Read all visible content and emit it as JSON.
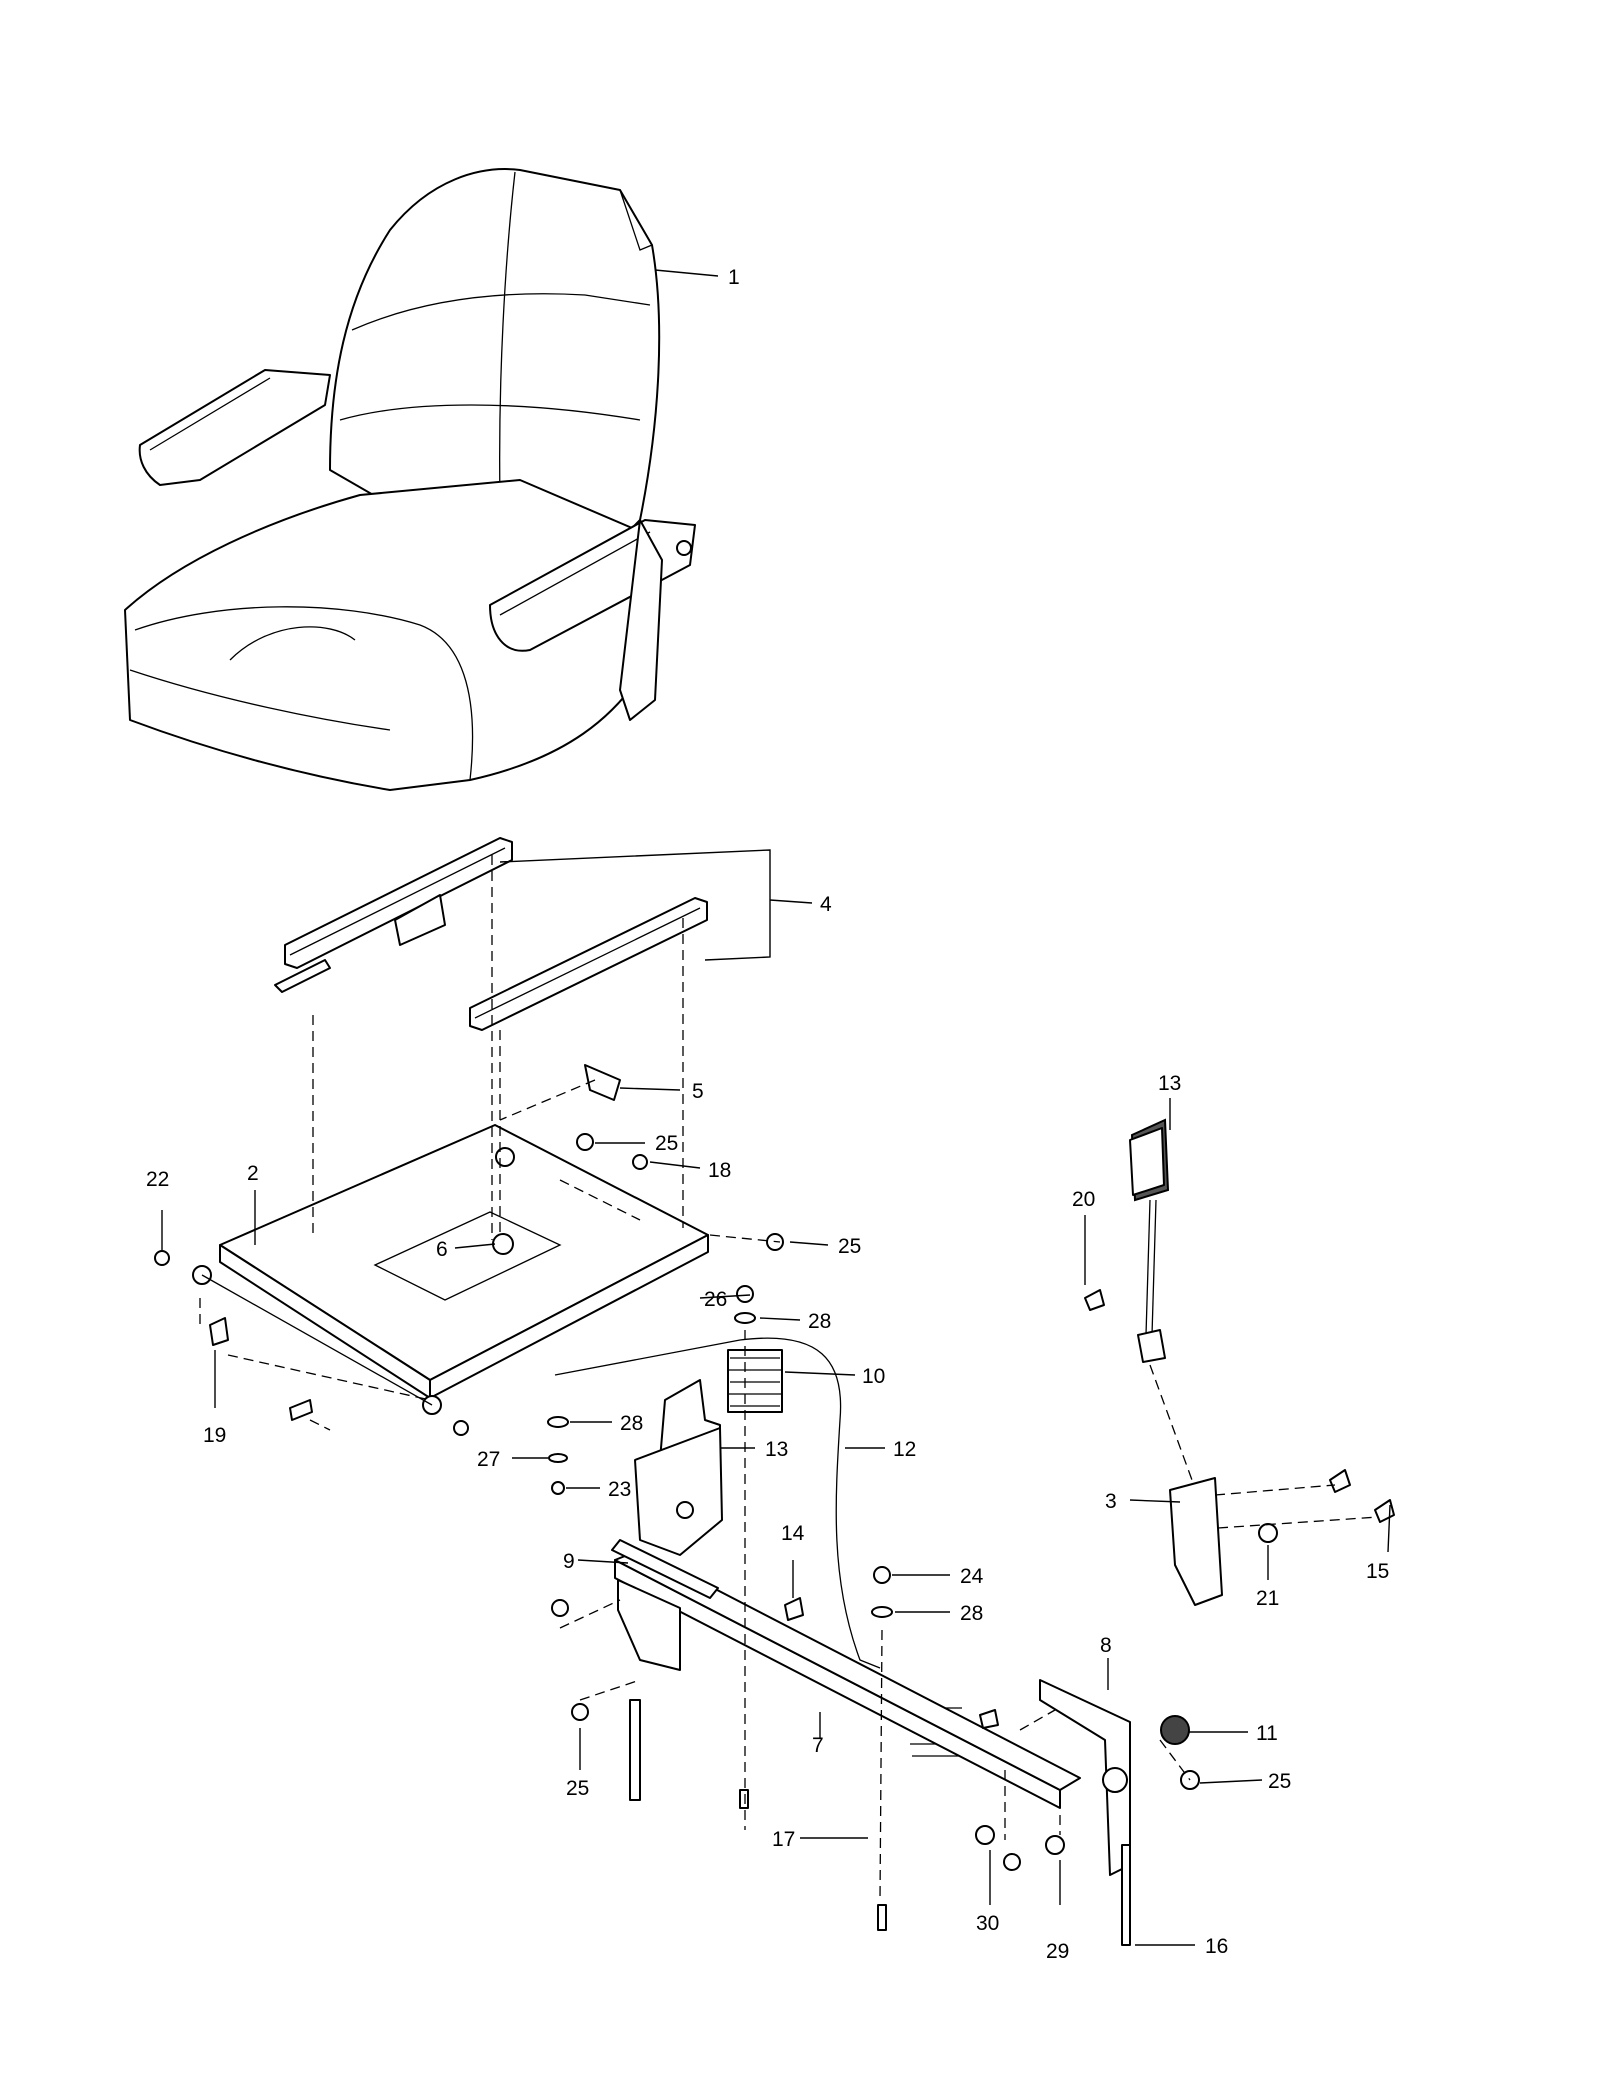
{
  "callouts": [
    {
      "id": "1",
      "text": "1"
    },
    {
      "id": "4",
      "text": "4"
    },
    {
      "id": "5",
      "text": "5"
    },
    {
      "id": "25a",
      "text": "25"
    },
    {
      "id": "18",
      "text": "18"
    },
    {
      "id": "22",
      "text": "22"
    },
    {
      "id": "2",
      "text": "2"
    },
    {
      "id": "6",
      "text": "6"
    },
    {
      "id": "25b",
      "text": "25"
    },
    {
      "id": "26",
      "text": "26"
    },
    {
      "id": "28a",
      "text": "28"
    },
    {
      "id": "10",
      "text": "10"
    },
    {
      "id": "19",
      "text": "19"
    },
    {
      "id": "28b",
      "text": "28"
    },
    {
      "id": "13a",
      "text": "13"
    },
    {
      "id": "12",
      "text": "12"
    },
    {
      "id": "27",
      "text": "27"
    },
    {
      "id": "23",
      "text": "23"
    },
    {
      "id": "14",
      "text": "14"
    },
    {
      "id": "9",
      "text": "9"
    },
    {
      "id": "24",
      "text": "24"
    },
    {
      "id": "28c",
      "text": "28"
    },
    {
      "id": "13b",
      "text": "13"
    },
    {
      "id": "20",
      "text": "20"
    },
    {
      "id": "3",
      "text": "3"
    },
    {
      "id": "15",
      "text": "15"
    },
    {
      "id": "21",
      "text": "21"
    },
    {
      "id": "8",
      "text": "8"
    },
    {
      "id": "11",
      "text": "11"
    },
    {
      "id": "7",
      "text": "7"
    },
    {
      "id": "25c",
      "text": "25"
    },
    {
      "id": "25d",
      "text": "25"
    },
    {
      "id": "17",
      "text": "17"
    },
    {
      "id": "30",
      "text": "30"
    },
    {
      "id": "29",
      "text": "29"
    },
    {
      "id": "16",
      "text": "16"
    }
  ]
}
